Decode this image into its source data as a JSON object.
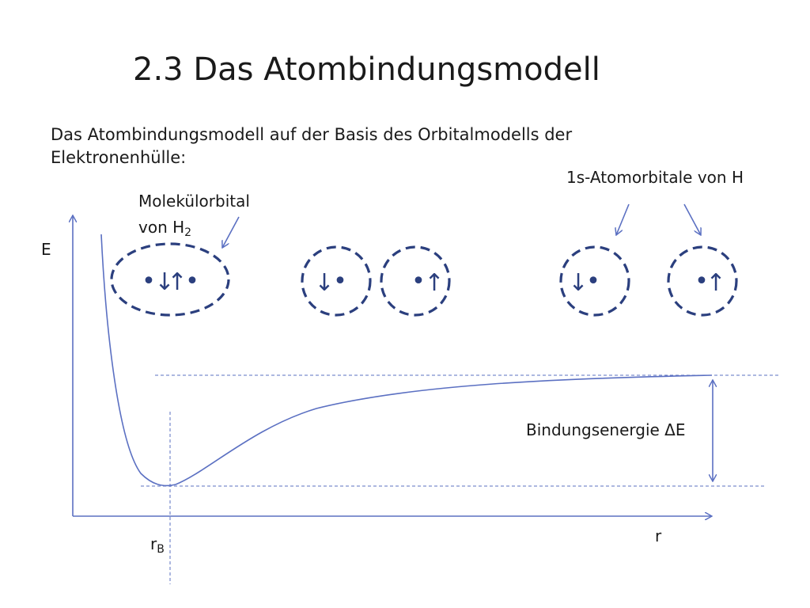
{
  "title": "2.3 Das Atombindungsmodell",
  "subtitle": "Das Atombindungsmodell auf der Basis des Orbitalmodells der Elektronenhülle:",
  "labels": {
    "atomic_orbitals": "1s-Atomorbitale von H",
    "molecular_orbital_line1": "Molekülorbital",
    "molecular_orbital_line2": "von H",
    "molecular_orbital_sub": "2",
    "energy_axis": "E",
    "distance_axis": "r",
    "bond_distance": "r",
    "bond_distance_sub": "B",
    "bond_energy": "Bindungsenergie ΔE"
  },
  "symbols": {
    "spin_up": "↑",
    "spin_down": "↓",
    "nucleus": "•"
  },
  "colors": {
    "axis": "#5b70c2",
    "orbital": "#2b3f7e",
    "text": "#1a1a1a"
  }
}
